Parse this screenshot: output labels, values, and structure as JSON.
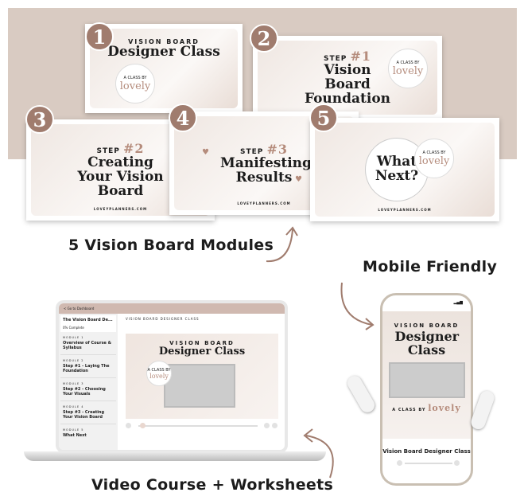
{
  "modules": [
    {
      "num": "1",
      "step": "",
      "pre": "VISION BOARD",
      "title": "Designer Class"
    },
    {
      "num": "2",
      "step": "STEP",
      "stepnum": "#1",
      "title": "Vision Board Foundation"
    },
    {
      "num": "3",
      "step": "STEP",
      "stepnum": "#2",
      "title": "Creating Your Vision Board"
    },
    {
      "num": "4",
      "step": "STEP",
      "stepnum": "#3",
      "title": "Manifesting Results"
    },
    {
      "num": "5",
      "title": "What Next?"
    }
  ],
  "brand": {
    "class_by": "A CLASS BY",
    "logo": "lovely",
    "site": "LOVEYPLANNERS.COM"
  },
  "captions": {
    "modules": "5 Vision Board Modules",
    "mobile": "Mobile Friendly",
    "video": "Video Course + Worksheets"
  },
  "laptop": {
    "back": "< Go to Dashboard",
    "course": "The Vision Board De...",
    "progress": "0% Complete",
    "header": "VISION BOARD DESIGNER CLASS",
    "video_pre": "VISION BOARD",
    "video_title": "Designer Class",
    "modules": [
      {
        "label": "MODULE 1",
        "title": "Overview of Course & Syllabus"
      },
      {
        "label": "MODULE 2",
        "title": "Step #1 - Laying The Foundation"
      },
      {
        "label": "MODULE 3",
        "title": "Step #2 - Choosing Your Visuals"
      },
      {
        "label": "MODULE 4",
        "title": "Step #3 - Creating Your Vision Board"
      },
      {
        "label": "MODULE 5",
        "title": "What Next"
      }
    ]
  },
  "phone": {
    "pre": "VISION BOARD",
    "title": "Designer Class",
    "class_by": "A CLASS BY",
    "logo": "lovely",
    "caption": "Vision Board Designer Class"
  },
  "colors": {
    "accent": "#a07c6e",
    "band": "#d9cbc2"
  }
}
